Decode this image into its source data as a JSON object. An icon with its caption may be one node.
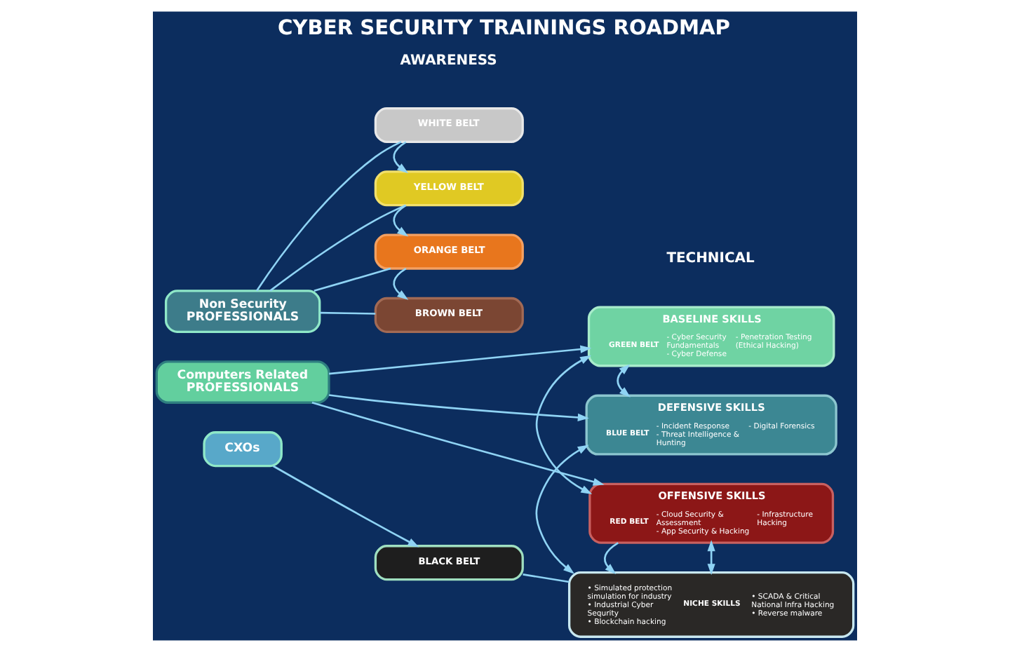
{
  "diagram": {
    "title": "CYBER SECURITY TRAININGS ROADMAP",
    "nodes": [
      {
        "text": [
          "Non Security PROFESSIONALS"
        ]
      },
      {
        "text": [
          "WHITE BELT"
        ]
      },
      {
        "text": [
          "YELLOW BELT"
        ]
      },
      {
        "text": [
          "ORANGE BELT"
        ]
      },
      {
        "text": [
          "BROWN BELT"
        ]
      },
      {
        "text": [
          "Computers Related PROFESSIONALS"
        ]
      },
      {
        "text": [
          "BASELINE SKILLS",
          "GREEN BELT",
          "- Cyber Security Fundamentals",
          "- Cyber Defense",
          "- Penetration Testing (Ethical Hacking)"
        ]
      },
      {
        "text": [
          "DEFENSIVE SKILLS",
          "BLUE BELT",
          "- Incident Response",
          "- Threat Intelligence & Hunting",
          "- Digital Forensics"
        ]
      },
      {
        "text": [
          "OFFENSIVE SKILLS",
          "RED BELT",
          "- Cloud Security & Assessment",
          "- App Security & Hacking",
          "- Infrastructure Hacking"
        ]
      },
      {
        "text": [
          "CXOs"
        ]
      },
      {
        "text": [
          "BLACK BELT"
        ]
      },
      {
        "text": [
          "NICHE SKILLS",
          "• Simulated protection simulation for industry",
          "• Industrial Cyber Sequrity",
          "• Blockchain hacking",
          "• SCADA & Critical National Infra Hacking",
          "• Reverse malware"
        ]
      }
    ],
    "edges": [
      {
        "from": 0,
        "to": 1,
        "arrow": "none"
      },
      {
        "from": 0,
        "to": 2,
        "arrow": "none"
      },
      {
        "from": 0,
        "to": 3,
        "arrow": "none"
      },
      {
        "from": 0,
        "to": 4,
        "arrow": "none"
      },
      {
        "from": 1,
        "to": 2,
        "arrow": "to"
      },
      {
        "from": 2,
        "to": 3,
        "arrow": "to"
      },
      {
        "from": 3,
        "to": 4,
        "arrow": "to"
      },
      {
        "from": 5,
        "to": 6,
        "arrow": "to"
      },
      {
        "from": 5,
        "to": 7,
        "arrow": "to"
      },
      {
        "from": 5,
        "to": 8,
        "arrow": "to"
      },
      {
        "from": 6,
        "to": 7,
        "arrow": "both"
      },
      {
        "from": 6,
        "to": 8,
        "arrow": "both"
      },
      {
        "from": 7,
        "to": 11,
        "arrow": "both"
      },
      {
        "from": 8,
        "to": 11,
        "arrow": "both"
      },
      {
        "from": 8,
        "to": 11,
        "arrow": "to"
      },
      {
        "from": 9,
        "to": 10,
        "arrow": "to"
      },
      {
        "from": 10,
        "to": 11,
        "arrow": "none"
      }
    ],
    "labels": [
      "AWARENESS",
      "TECHNICAL"
    ]
  }
}
